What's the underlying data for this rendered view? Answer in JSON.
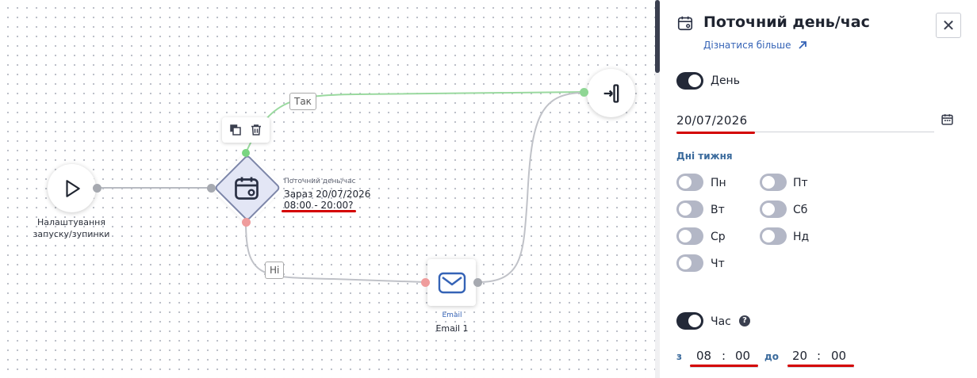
{
  "flow": {
    "start_node": {
      "caption": "Налаштування запуску/зупинки",
      "icon": "play-icon"
    },
    "condition_node": {
      "title": "Поточний день/час",
      "now_text": "Зараз 20/07/2026",
      "time_text": "08:00 - 20:00?",
      "icon": "calendar-clock-icon"
    },
    "toolbar": {
      "copy_icon": "copy-icon",
      "delete_icon": "trash-icon"
    },
    "edge_yes_label": "Так",
    "edge_no_label": "Ні",
    "email_node": {
      "type_label": "Email",
      "name": "Email 1",
      "icon": "envelope-icon"
    },
    "exit_node": {
      "icon": "exit-icon"
    },
    "colors": {
      "yes_edge": "#8fd694",
      "no_edge": "#ef9c9c",
      "default_edge": "#a6a9b0",
      "annotation_underline": "#d40000"
    }
  },
  "panel": {
    "title": "Поточний день/час",
    "learn_more": "Дізнатися більше",
    "close_icon": "close-icon",
    "day_toggle": {
      "label": "День",
      "on": true
    },
    "date_value": "20/07/2026",
    "weekdays_label": "Дні тижня",
    "weekdays": [
      {
        "label": "Пн",
        "on": false
      },
      {
        "label": "Вт",
        "on": false
      },
      {
        "label": "Ср",
        "on": false
      },
      {
        "label": "Чт",
        "on": false
      },
      {
        "label": "Пт",
        "on": false
      },
      {
        "label": "Сб",
        "on": false
      },
      {
        "label": "Нд",
        "on": false
      }
    ],
    "time_toggle": {
      "label": "Час",
      "on": true
    },
    "time_from_prefix": "з",
    "time_to_prefix": "до",
    "from_hours": "08",
    "from_minutes": "00",
    "to_hours": "20",
    "to_minutes": "00",
    "separator": ":",
    "colors": {
      "accent": "#3563b6",
      "toggle_on": "#232938",
      "toggle_off": "#b3b7c6"
    }
  }
}
